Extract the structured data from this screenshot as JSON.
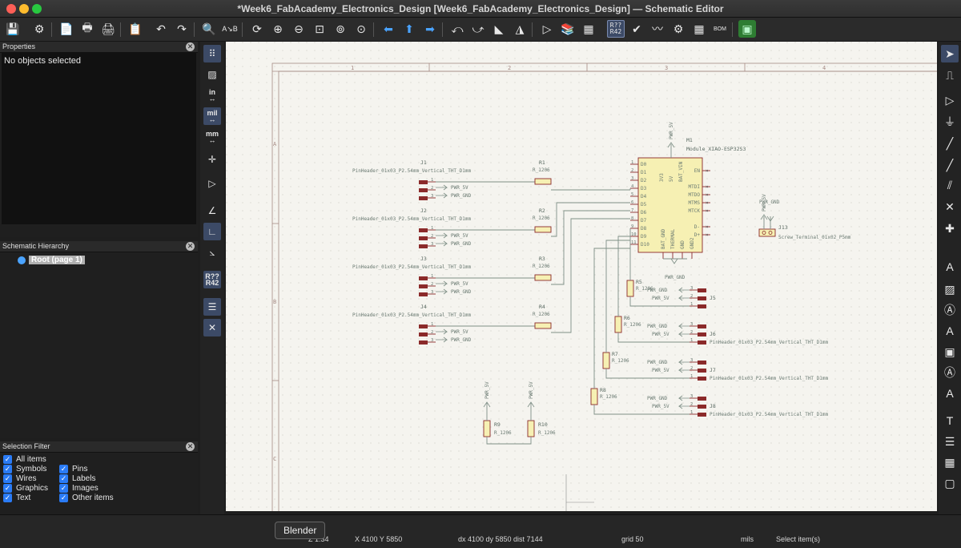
{
  "window": {
    "title": "*Week6_FabAcademy_Electronics_Design [Week6_FabAcademy_Electronics_Design] — Schematic Editor"
  },
  "toolbar": {
    "ann1_top": "R??",
    "ann1_bot": "R42",
    "bom": "BOM"
  },
  "properties": {
    "title": "Properties",
    "empty": "No objects selected"
  },
  "hierarchy": {
    "title": "Schematic Hierarchy",
    "root": "Root (page 1)"
  },
  "selection_filter": {
    "title": "Selection Filter",
    "items": [
      "All items",
      "Symbols",
      "Pins",
      "Wires",
      "Labels",
      "Graphics",
      "Images",
      "Text",
      "Other items"
    ]
  },
  "left_strip": {
    "in": "in",
    "mil": "mil",
    "mm": "mm",
    "ann_top": "R??",
    "ann_bot": "R42"
  },
  "sheet": {
    "columns": [
      "1",
      "2",
      "3",
      "4"
    ],
    "rows": [
      "A",
      "B",
      "C"
    ]
  },
  "schematic": {
    "mcu": {
      "ref": "M1",
      "value": "Module_XIAO-ESP32S3",
      "power_label": "PWR_5V",
      "left_pins": [
        "D0",
        "D1",
        "D2",
        "D3",
        "D4",
        "D5",
        "D6",
        "D7",
        "D8",
        "D9",
        "D10"
      ],
      "left_nums": [
        "1",
        "2",
        "3",
        "4",
        "5",
        "6",
        "7",
        "8",
        "9",
        "10",
        "11"
      ],
      "right_pins": [
        "EN",
        "MTDI",
        "MTDO",
        "MTMS",
        "MTCK",
        "D-",
        "D+"
      ],
      "top_pins": [
        "3V3",
        "5V",
        "BAT_VIN"
      ],
      "bottom_pins": [
        "BAT_GND",
        "THERMAL",
        "GND",
        "GND2"
      ],
      "gnd_label": "PWR_GND"
    },
    "headers_left": [
      {
        "ref": "J1",
        "value": "PinHeader_01x03_P2.54mm_Vertical_THT_D1mm",
        "res": "R1",
        "res_val": "R_1206"
      },
      {
        "ref": "J2",
        "value": "PinHeader_01x03_P2.54mm_Vertical_THT_D1mm",
        "res": "R2",
        "res_val": "R_1206"
      },
      {
        "ref": "J3",
        "value": "PinHeader_01x03_P2.54mm_Vertical_THT_D1mm",
        "res": "R3",
        "res_val": "R_1206"
      },
      {
        "ref": "J4",
        "value": "PinHeader_01x03_P2.54mm_Vertical_THT_D1mm",
        "res": "R4",
        "res_val": "R_1206"
      }
    ],
    "headers_right": [
      {
        "ref": "J5",
        "value": "",
        "res": "R5",
        "res_val": "R_1206"
      },
      {
        "ref": "J6",
        "value": "PinHeader_01x03_P2.54mm_Vertical_THT_D1mm",
        "res": "R6",
        "res_val": "R_1206"
      },
      {
        "ref": "J7",
        "value": "PinHeader_01x03_P2.54mm_Vertical_THT_D1mm",
        "res": "R7",
        "res_val": "R_1206"
      },
      {
        "ref": "J8",
        "value": "PinHeader_01x03_P2.54mm_Vertical_THT_D1mm",
        "res": "R8",
        "res_val": "R_1206"
      }
    ],
    "pin_nums": [
      "1",
      "2",
      "3"
    ],
    "pwr5v": "PWR_5V",
    "pwrgnd": "PWR_GND",
    "screw": {
      "ref": "J13",
      "value": "Screw_Terminal_01x02_P5mm",
      "p5v": "PWR_5V",
      "pgnd": "PWR_GND"
    },
    "bottom_res": [
      {
        "ref": "R9",
        "value": "R_1206",
        "label": "PWR_5V"
      },
      {
        "ref": "R10",
        "value": "R_1206",
        "label": "PWR_5V"
      }
    ]
  },
  "status": {
    "z": "Z 1.34",
    "xy": "X 4100  Y 5850",
    "dxy": "dx 4100  dy 5850  dist 7144",
    "grid": "grid 50",
    "units": "mils",
    "mode": "Select item(s)"
  },
  "tooltip": "Blender"
}
